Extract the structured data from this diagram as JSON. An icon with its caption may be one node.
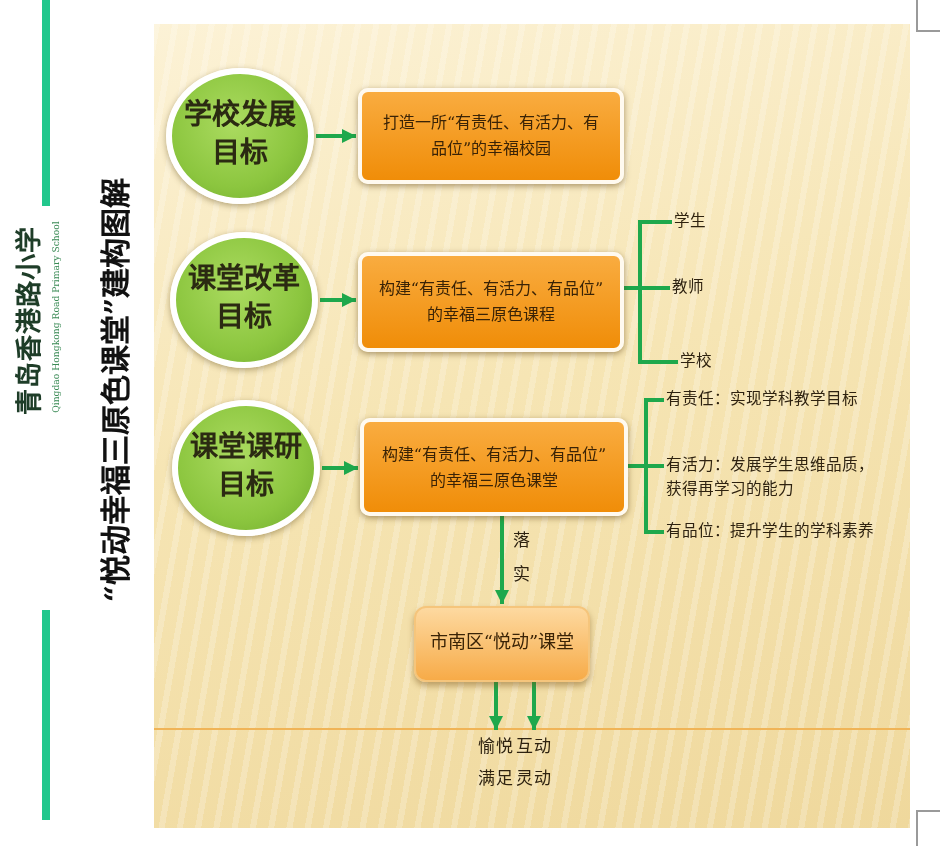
{
  "diagram": {
    "title": "“悦动幸福三原色课堂”建构图解",
    "nodes": [
      {
        "text": [
          "学校发展目标"
        ]
      },
      {
        "text": [
          "打造一所“有责任、有活力、有品位”的幸福校园"
        ]
      },
      {
        "text": [
          "课堂改革目标"
        ]
      },
      {
        "text": [
          "构建“有责任、有活力、有品位”的幸福三原色课程"
        ]
      },
      {
        "text": [
          "学生"
        ]
      },
      {
        "text": [
          "教师"
        ]
      },
      {
        "text": [
          "学校"
        ]
      },
      {
        "text": [
          "课堂课研目标"
        ]
      },
      {
        "text": [
          "构建“有责任、有活力、有品位”的幸福三原色课堂"
        ]
      },
      {
        "text": [
          "有责任：实现学科教学目标"
        ]
      },
      {
        "text": [
          "有活力：发展学生思维品质，获得再学习的能力"
        ]
      },
      {
        "text": [
          "有品位：提升学生的学科素养"
        ]
      },
      {
        "text": [
          "市南区“悦动”课堂"
        ]
      },
      {
        "text": [
          "愉悦满足"
        ]
      },
      {
        "text": [
          "互动灵动"
        ]
      }
    ],
    "edges": [
      {
        "from": 0,
        "to": 1,
        "arrow": "to"
      },
      {
        "from": 2,
        "to": 3,
        "arrow": "to"
      },
      {
        "from": 3,
        "to": 4,
        "arrow": "none"
      },
      {
        "from": 3,
        "to": 5,
        "arrow": "none"
      },
      {
        "from": 3,
        "to": 6,
        "arrow": "none"
      },
      {
        "from": 7,
        "to": 8,
        "arrow": "to"
      },
      {
        "from": 8,
        "to": 9,
        "arrow": "none"
      },
      {
        "from": 8,
        "to": 10,
        "arrow": "none"
      },
      {
        "from": 8,
        "to": 11,
        "arrow": "none"
      },
      {
        "from": 8,
        "to": 12,
        "arrow": "to",
        "label": "落实"
      },
      {
        "from": 12,
        "to": 13,
        "arrow": "to"
      },
      {
        "from": 12,
        "to": 14,
        "arrow": "to"
      }
    ],
    "labels": [
      "青岛香港路小学",
      "Qingdao Hongkong Road Primary School"
    ]
  }
}
